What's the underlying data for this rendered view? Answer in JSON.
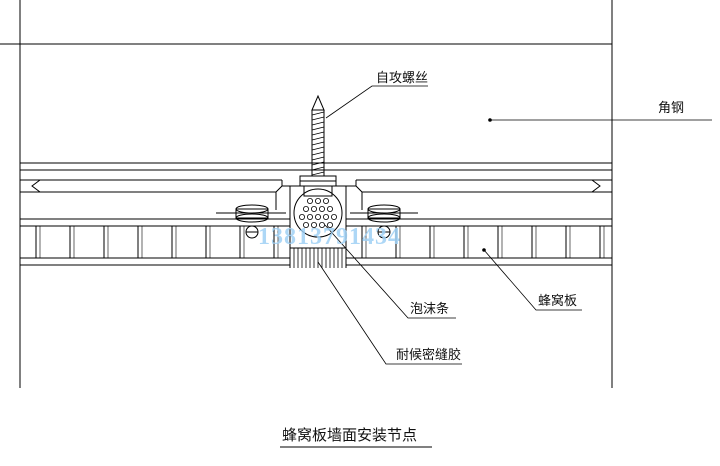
{
  "labels": {
    "screw": "自攻螺丝",
    "angle_steel": "角钢",
    "foam_strip": "泡沫条",
    "honeycomb_panel": "蜂窝板",
    "sealant": "耐候密缝胶"
  },
  "title": "蜂窝板墙面安装节点",
  "watermark": "13813791434",
  "colors": {
    "line": "#000000",
    "watermark": "#9fd0f5",
    "background": "#ffffff"
  }
}
